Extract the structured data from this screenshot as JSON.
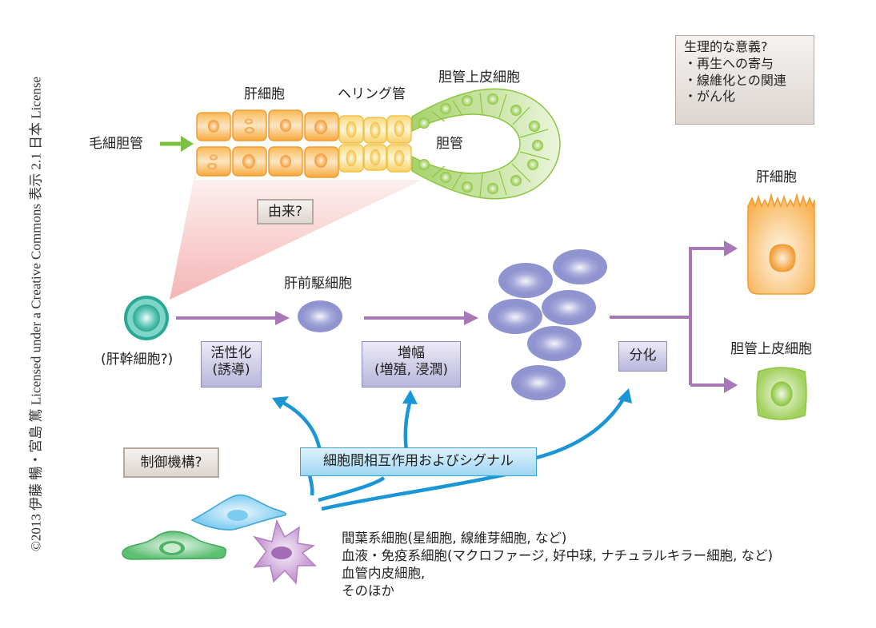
{
  "credit": "©2013 伊藤 暢・宮島 篤 Licensed under a Creative Commons 表示 2.1 日本 License",
  "top_diagram": {
    "bile_canaliculus": "毛細胆管",
    "hepatocyte": "肝細胞",
    "canal_of_hering": "ヘリング管",
    "cholangiocyte": "胆管上皮細胞",
    "bile_duct": "胆管"
  },
  "significance_box": {
    "title": "生理的な意義?",
    "items": [
      "・再生への寄与",
      "・線維化との関連",
      "・がん化"
    ]
  },
  "origin_box": "由来?",
  "stem_cell_label": "(肝幹細胞?)",
  "progenitor_label": "肝前駆細胞",
  "steps": {
    "activation": {
      "line1": "活性化",
      "line2": "(誘導)"
    },
    "amplification": {
      "line1": "増幅",
      "line2": "(増殖, 浸潤)"
    },
    "differentiation": {
      "line1": "分化"
    }
  },
  "outcomes": {
    "hepatocyte": "肝細胞",
    "cholangiocyte": "胆管上皮細胞"
  },
  "regulation_box": "制御機構?",
  "signal_box": "細胞間相互作用およびシグナル",
  "niche_cells": [
    "間葉系細胞(星細胞, 線維芽細胞, など)",
    "血液・免疫系細胞(マクロファージ, 好中球, ナチュラルキラー細胞, など)",
    "血管内皮細胞,",
    "そのほか"
  ],
  "colors": {
    "hepatocyte_orange": "#f7a83a",
    "hering_yellow": "#f8d77a",
    "cholangiocyte_green": "#8cc63f",
    "flow_arrow_purple": "#a777b8",
    "signal_arrow_blue": "#1a95d6",
    "progenitor_blue": "#8f93cf",
    "stem_teal": "#2fb5a3",
    "inlet_arrow_green": "#7cc242"
  }
}
